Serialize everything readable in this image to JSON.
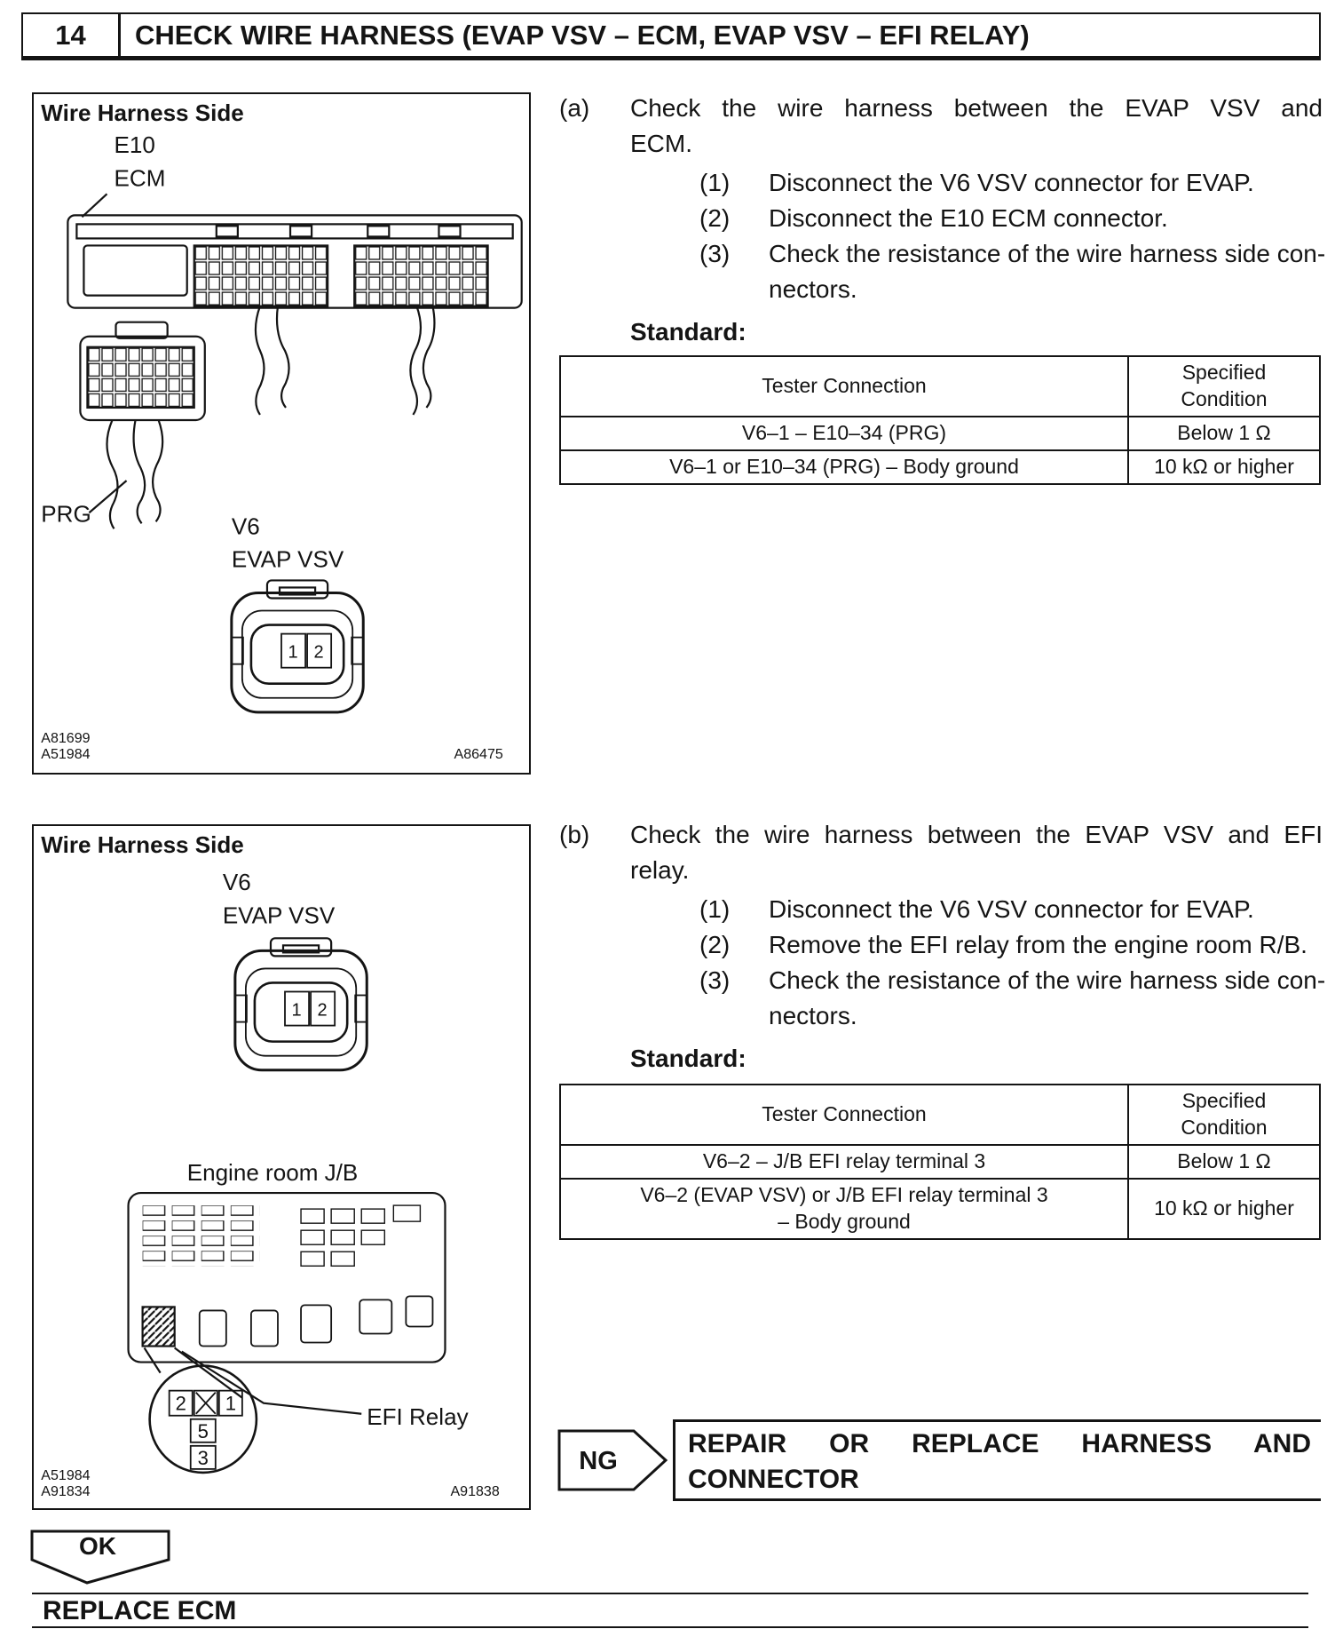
{
  "header": {
    "step_number": "14",
    "title": "CHECK WIRE HARNESS (EVAP VSV – ECM, EVAP VSV – EFI RELAY)"
  },
  "figure_top": {
    "title": "Wire Harness Side",
    "labels": {
      "e10": "E10",
      "ecm": "ECM",
      "prg": "PRG",
      "v6": "V6",
      "evap_vsv": "EVAP VSV",
      "pin1": "1",
      "pin2": "2"
    },
    "codes": {
      "left1": "A81699",
      "left2": "A51984",
      "right": "A86475"
    }
  },
  "figure_bottom": {
    "title": "Wire Harness Side",
    "labels": {
      "v6": "V6",
      "evap_vsv": "EVAP VSV",
      "pin1": "1",
      "pin2": "2",
      "engine_room_jb": "Engine room J/B",
      "efi_relay": "EFI Relay",
      "relay_pin_top_left": "2",
      "relay_pin_top_right": "1",
      "relay_pin_middle": "5",
      "relay_pin_bottom": "3"
    },
    "codes": {
      "left1": "A51984",
      "left2": "A91834",
      "right": "A91838"
    }
  },
  "section_a": {
    "marker": "(a)",
    "lines": [
      "Check the wire harness between the EVAP VSV and",
      "ECM."
    ],
    "steps": [
      {
        "num": "(1)",
        "lines": [
          "Disconnect the V6 VSV connector for EVAP."
        ]
      },
      {
        "num": "(2)",
        "lines": [
          "Disconnect the E10 ECM connector."
        ]
      },
      {
        "num": "(3)",
        "lines": [
          "Check the resistance of the wire harness side con-",
          "nectors."
        ]
      }
    ],
    "standard_label": "Standard:",
    "table": {
      "headers": [
        "Tester Connection",
        "Specified Condition"
      ],
      "rows": [
        [
          "V6–1 – E10–34 (PRG)",
          "Below 1 Ω"
        ],
        [
          "V6–1 or E10–34 (PRG) – Body ground",
          "10 kΩ or higher"
        ]
      ]
    }
  },
  "section_b": {
    "marker": "(b)",
    "lines": [
      "Check the wire harness between the EVAP VSV and EFI",
      "relay."
    ],
    "steps": [
      {
        "num": "(1)",
        "lines": [
          "Disconnect the V6 VSV connector for EVAP."
        ]
      },
      {
        "num": "(2)",
        "lines": [
          "Remove the EFI relay from the engine room R/B."
        ]
      },
      {
        "num": "(3)",
        "lines": [
          "Check the resistance of the wire harness side con-",
          "nectors."
        ]
      }
    ],
    "standard_label": "Standard:",
    "table": {
      "headers": [
        "Tester Connection",
        "Specified Condition"
      ],
      "rows": [
        [
          "V6–2 – J/B EFI relay terminal 3",
          "Below 1 Ω"
        ],
        [
          "V6–2 (EVAP VSV) or J/B EFI relay terminal 3\n– Body ground",
          "10 kΩ or higher"
        ]
      ]
    }
  },
  "ng_block": {
    "label": "NG",
    "lines": [
      "REPAIR OR REPLACE HARNESS AND",
      "CONNECTOR"
    ]
  },
  "ok_block": {
    "label": "OK"
  },
  "footer": {
    "action": "REPLACE ECM"
  }
}
